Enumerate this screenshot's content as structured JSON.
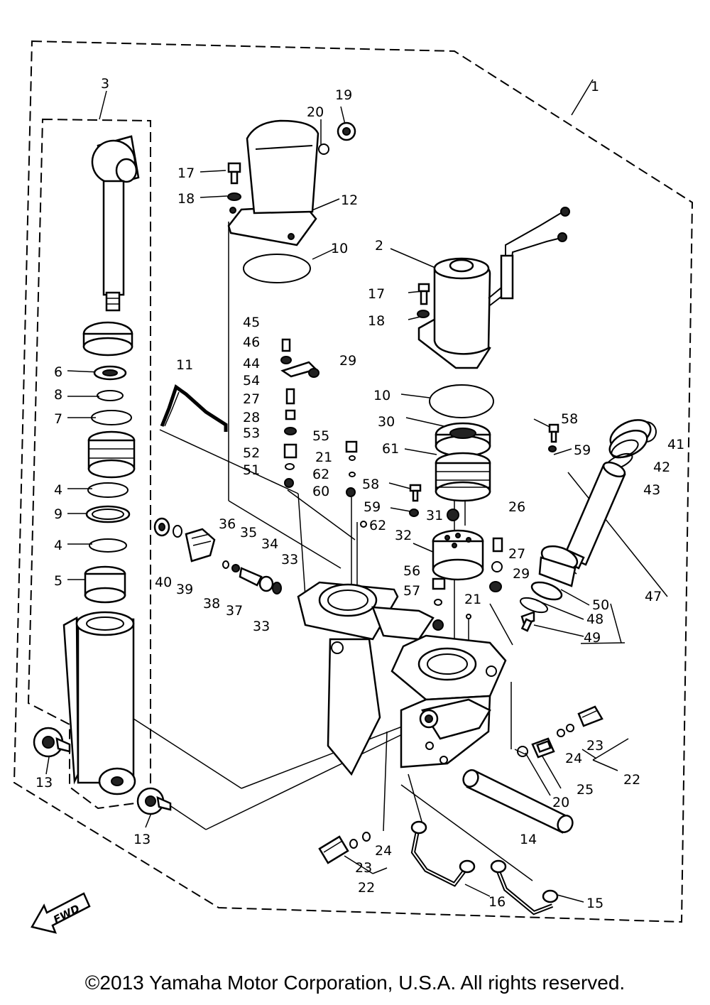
{
  "copyright": "©2013 Yamaha Motor Corporation, U.S.A. All rights reserved.",
  "fwd_label": "FWD",
  "callouts": [
    {
      "id": "c1",
      "text": "1"
    },
    {
      "id": "c3",
      "text": "3"
    },
    {
      "id": "c19",
      "text": "19"
    },
    {
      "id": "c20a",
      "text": "20"
    },
    {
      "id": "c17a",
      "text": "17"
    },
    {
      "id": "c18a",
      "text": "18"
    },
    {
      "id": "c12",
      "text": "12"
    },
    {
      "id": "c10a",
      "text": "10"
    },
    {
      "id": "c2",
      "text": "2"
    },
    {
      "id": "c17b",
      "text": "17"
    },
    {
      "id": "c18b",
      "text": "18"
    },
    {
      "id": "c45",
      "text": "45"
    },
    {
      "id": "c46",
      "text": "46"
    },
    {
      "id": "c44",
      "text": "44"
    },
    {
      "id": "c29a",
      "text": "29"
    },
    {
      "id": "c11",
      "text": "11"
    },
    {
      "id": "c54",
      "text": "54"
    },
    {
      "id": "c27a",
      "text": "27"
    },
    {
      "id": "c28",
      "text": "28"
    },
    {
      "id": "c53",
      "text": "53"
    },
    {
      "id": "c52",
      "text": "52"
    },
    {
      "id": "c51",
      "text": "51"
    },
    {
      "id": "c55",
      "text": "55"
    },
    {
      "id": "c21a",
      "text": "21"
    },
    {
      "id": "c62a",
      "text": "62"
    },
    {
      "id": "c60",
      "text": "60"
    },
    {
      "id": "c10b",
      "text": "10"
    },
    {
      "id": "c30",
      "text": "30"
    },
    {
      "id": "c61",
      "text": "61"
    },
    {
      "id": "c58a",
      "text": "58"
    },
    {
      "id": "c59a",
      "text": "59"
    },
    {
      "id": "c41",
      "text": "41"
    },
    {
      "id": "c42",
      "text": "42"
    },
    {
      "id": "c43",
      "text": "43"
    },
    {
      "id": "c58b",
      "text": "58"
    },
    {
      "id": "c59b",
      "text": "59"
    },
    {
      "id": "c31",
      "text": "31"
    },
    {
      "id": "c62b",
      "text": "62"
    },
    {
      "id": "c26",
      "text": "26"
    },
    {
      "id": "c27b",
      "text": "27"
    },
    {
      "id": "c29b",
      "text": "29"
    },
    {
      "id": "c32",
      "text": "32"
    },
    {
      "id": "c6",
      "text": "6"
    },
    {
      "id": "c8",
      "text": "8"
    },
    {
      "id": "c7",
      "text": "7"
    },
    {
      "id": "c4a",
      "text": "4"
    },
    {
      "id": "c9",
      "text": "9"
    },
    {
      "id": "c4b",
      "text": "4"
    },
    {
      "id": "c5",
      "text": "5"
    },
    {
      "id": "c40",
      "text": "40"
    },
    {
      "id": "c39",
      "text": "39"
    },
    {
      "id": "c38",
      "text": "38"
    },
    {
      "id": "c37",
      "text": "37"
    },
    {
      "id": "c36",
      "text": "36"
    },
    {
      "id": "c35",
      "text": "35"
    },
    {
      "id": "c34",
      "text": "34"
    },
    {
      "id": "c33a",
      "text": "33"
    },
    {
      "id": "c33b",
      "text": "33"
    },
    {
      "id": "c56",
      "text": "56"
    },
    {
      "id": "c57",
      "text": "57"
    },
    {
      "id": "c21b",
      "text": "21"
    },
    {
      "id": "c47",
      "text": "47"
    },
    {
      "id": "c50",
      "text": "50"
    },
    {
      "id": "c48",
      "text": "48"
    },
    {
      "id": "c49",
      "text": "49"
    },
    {
      "id": "c13a",
      "text": "13"
    },
    {
      "id": "c13b",
      "text": "13"
    },
    {
      "id": "c23a",
      "text": "23"
    },
    {
      "id": "c24a",
      "text": "24"
    },
    {
      "id": "c22a",
      "text": "22"
    },
    {
      "id": "c25",
      "text": "25"
    },
    {
      "id": "c20b",
      "text": "20"
    },
    {
      "id": "c14",
      "text": "14"
    },
    {
      "id": "c24b",
      "text": "24"
    },
    {
      "id": "c23b",
      "text": "23"
    },
    {
      "id": "c22b",
      "text": "22"
    },
    {
      "id": "c16",
      "text": "16"
    },
    {
      "id": "c15",
      "text": "15"
    }
  ]
}
